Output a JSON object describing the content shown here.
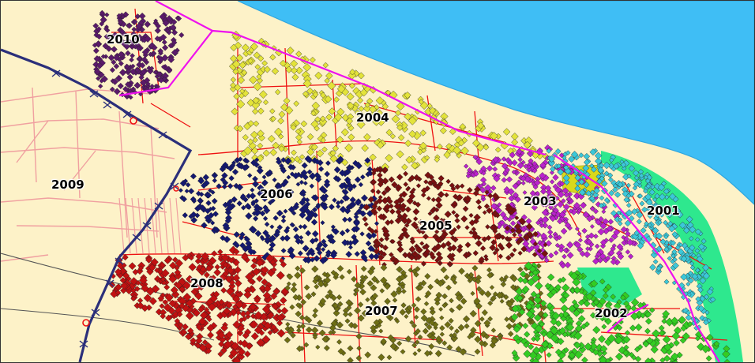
{
  "map": {
    "colors": {
      "land": "#fdf2c8",
      "river": "#3fbef5",
      "river_bank": "#2fa6df",
      "green_strip": "#2ee88e",
      "park": "#2ee88e",
      "yellow_patch": "#d8d81c",
      "road": "#ee1111",
      "boundary": "#ee11ee",
      "highway": "#2b2f7a",
      "outer_streets": "#f0a0a0",
      "rail": "#555555"
    },
    "zones": [
      {
        "id": "2001",
        "label": "2001",
        "color": "#3cc8d8"
      },
      {
        "id": "2002",
        "label": "2002",
        "color": "#33cc22"
      },
      {
        "id": "2003",
        "label": "2003",
        "color": "#bb22cc"
      },
      {
        "id": "2004",
        "label": "2004",
        "color": "#e3e33a"
      },
      {
        "id": "2005",
        "label": "2005",
        "color": "#7a1010"
      },
      {
        "id": "2006",
        "label": "2006",
        "color": "#141870"
      },
      {
        "id": "2007",
        "label": "2007",
        "color": "#6e6e14"
      },
      {
        "id": "2008",
        "label": "2008",
        "color": "#c01111"
      },
      {
        "id": "2009",
        "label": "2009",
        "color": "#f0a0a0"
      },
      {
        "id": "2010",
        "label": "2010",
        "color": "#5a1a6a"
      }
    ]
  }
}
